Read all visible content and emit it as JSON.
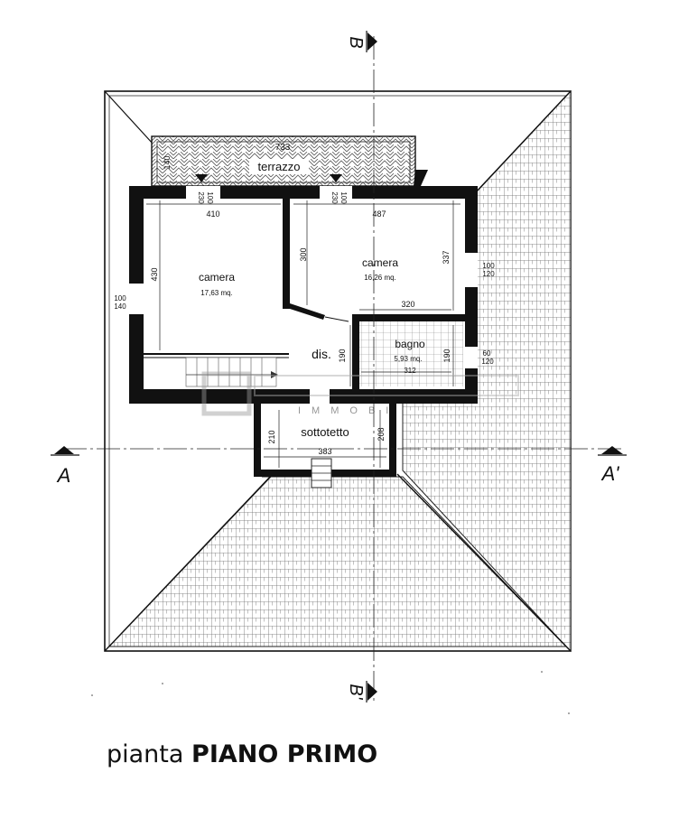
{
  "plan": {
    "title_prefix": "pianta",
    "title_main": "PIANO PRIMO",
    "section_marks": {
      "a_left": "A",
      "a_right": "A'",
      "b_top": "B",
      "b_bottom": "B'"
    },
    "rooms": [
      {
        "id": "terrazzo",
        "name": "terrazzo",
        "area": ""
      },
      {
        "id": "camera-left",
        "name": "camera",
        "area": "17,63 mq."
      },
      {
        "id": "camera-right",
        "name": "camera",
        "area": "16,26 mq."
      },
      {
        "id": "dis",
        "name": "dis.",
        "area": ""
      },
      {
        "id": "bagno",
        "name": "bagno",
        "area": "5,93 mq."
      },
      {
        "id": "sottotetto",
        "name": "sottotetto",
        "area": ""
      }
    ],
    "dimensions": {
      "terrazzo_width": "733",
      "terrazzo_depth": "140",
      "win1_top": "100",
      "win1_bottom": "230",
      "win2_top": "100",
      "win2_bottom": "230",
      "camera_left_width": "410",
      "camera_left_height": "430",
      "camera_right_width": "487",
      "camera_right_height_left": "300",
      "camera_right_height_right": "337",
      "camera_right_bottom": "320",
      "west_window_top": "100",
      "west_window_bottom": "140",
      "east_window1_top": "100",
      "east_window1_bottom": "120",
      "east_window2_top": "60",
      "east_window2_bottom": "120",
      "dis_height": "190",
      "bagno_height": "190",
      "bagno_width": "312",
      "sottotetto_left": "210",
      "sottotetto_right": "208",
      "sottotetto_width": "383"
    },
    "watermark_text": "IMMOBI"
  }
}
